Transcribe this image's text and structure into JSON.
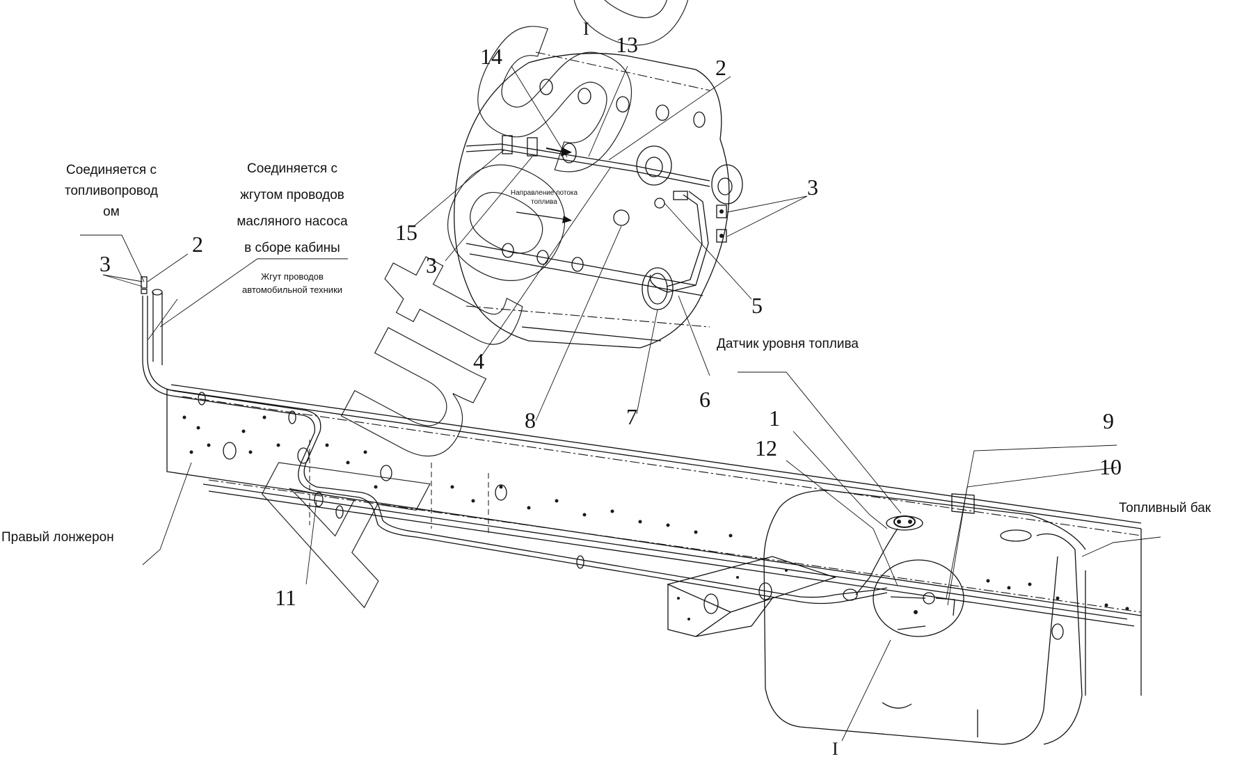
{
  "watermark": "AutoSoft",
  "section_mark": "I",
  "captions": {
    "fuel_line": [
      "Соединяется с",
      "топливопровод",
      "ом"
    ],
    "oil_pump_harness": [
      "Соединяется с",
      "жгутом проводов",
      "масляного насоса",
      "в сборе кабины"
    ],
    "vehicle_harness": [
      "Жгут проводов",
      "автомобильной техники"
    ],
    "flow_direction": [
      "Направление потока",
      "топлива"
    ],
    "fuel_level_sensor": "Датчик уровня топлива",
    "right_side_member": "Правый лонжерон",
    "fuel_tank": "Топливный бак"
  },
  "callouts": {
    "main_3": "3",
    "main_2": "2",
    "main_1": "1",
    "main_12": "12",
    "main_9": "9",
    "main_10": "10",
    "main_11": "11",
    "detail_14": "14",
    "detail_13": "13",
    "detail_2": "2",
    "detail_15": "15",
    "detail_3_left": "3",
    "detail_3_right": "3",
    "detail_4": "4",
    "detail_5": "5",
    "detail_6": "6",
    "detail_7": "7",
    "detail_8": "8"
  }
}
